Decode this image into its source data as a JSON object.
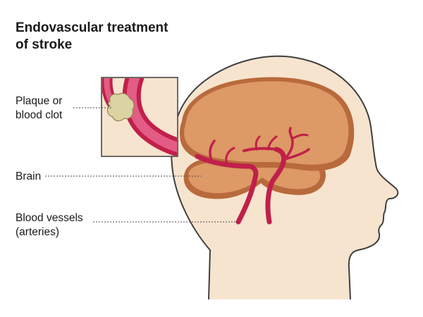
{
  "title": {
    "line1": "Endovascular treatment",
    "line2": "of stroke"
  },
  "labels": {
    "plaque": {
      "line1": "Plaque or",
      "line2": "blood clot"
    },
    "brain": "Brain",
    "vessels": {
      "line1": "Blood vessels",
      "line2": "(arteries)"
    }
  },
  "colors": {
    "skin": "#f7e4cf",
    "outline": "#3f3f3f",
    "brain": "#dd9966",
    "brain_shade": "#b96a3c",
    "artery": "#c0204a",
    "artery_light": "#e35c86",
    "plaque": "#dcd3a2"
  }
}
